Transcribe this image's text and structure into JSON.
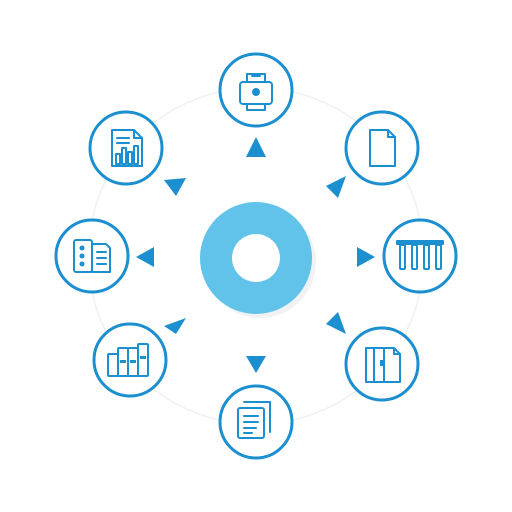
{
  "diagram": {
    "colors": {
      "accent": "#1b8fcf",
      "hub": "#62c3ea",
      "hub_hole": "#ffffff",
      "guide_ring": "#eef1f4",
      "background": "#ffffff"
    },
    "hub": {
      "icon": "ring-hub-icon"
    },
    "nodes": [
      {
        "id": "top",
        "icon": "printer-document-icon"
      },
      {
        "id": "top-right",
        "icon": "document-icon"
      },
      {
        "id": "right",
        "icon": "columns-icon"
      },
      {
        "id": "bottom-right",
        "icon": "filing-cabinet-icon"
      },
      {
        "id": "bottom",
        "icon": "stacked-documents-icon"
      },
      {
        "id": "bottom-left",
        "icon": "books-icon"
      },
      {
        "id": "left",
        "icon": "server-document-icon"
      },
      {
        "id": "top-left",
        "icon": "report-chart-icon"
      }
    ]
  }
}
